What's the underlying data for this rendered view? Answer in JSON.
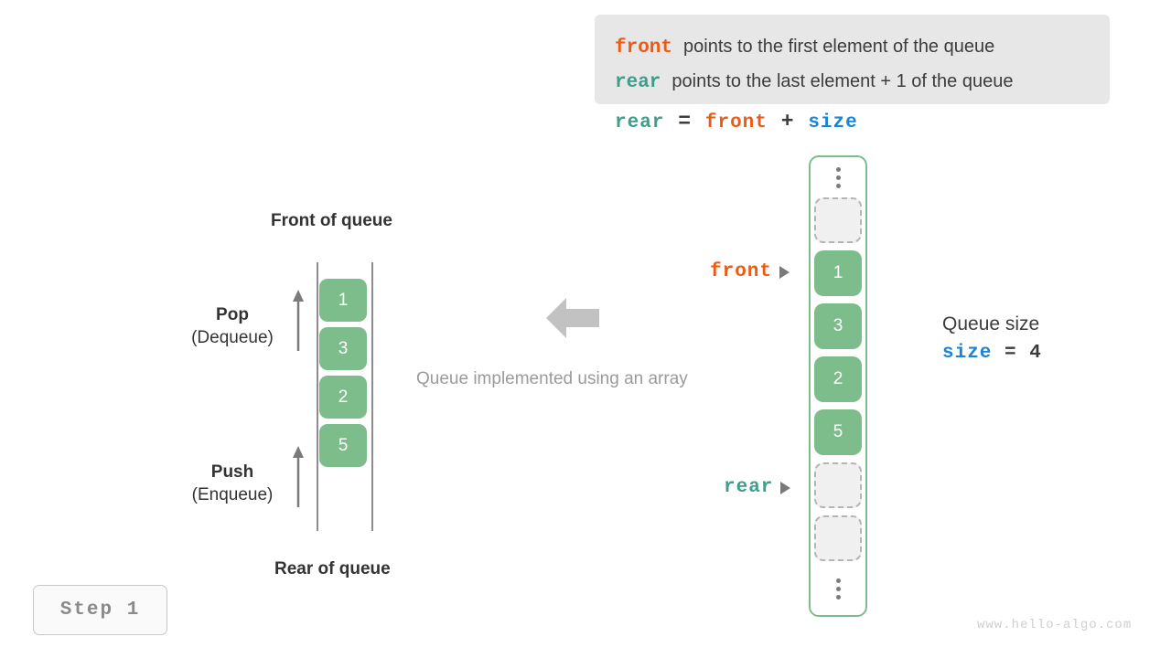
{
  "info_box": {
    "lines": [
      {
        "keyword": "front",
        "keyword_color": "#ec5b16",
        "description": "points to the first element of the queue"
      },
      {
        "keyword": "rear",
        "keyword_color": "#3f9e8a",
        "description": "points to the last element + 1 of the queue"
      }
    ]
  },
  "formula": {
    "lhs": "rear",
    "equals": "=",
    "term1": "front",
    "plus": "+",
    "term2": "size"
  },
  "left_queue": {
    "front_label": "Front of queue",
    "rear_label": "Rear of queue",
    "cells": [
      "1",
      "3",
      "2",
      "5"
    ],
    "pop": {
      "title": "Pop",
      "subtitle": "(Dequeue)"
    },
    "push": {
      "title": "Push",
      "subtitle": "(Enqueue)"
    }
  },
  "center": {
    "caption": "Queue implemented using an array",
    "arrow_icon": "arrow-left-icon",
    "arrow_color": "#c2c2c2"
  },
  "array": {
    "slots": [
      {
        "type": "dots"
      },
      {
        "type": "empty",
        "value": ""
      },
      {
        "type": "filled",
        "value": "1"
      },
      {
        "type": "filled",
        "value": "3"
      },
      {
        "type": "filled",
        "value": "2"
      },
      {
        "type": "filled",
        "value": "5"
      },
      {
        "type": "empty",
        "value": ""
      },
      {
        "type": "empty",
        "value": ""
      },
      {
        "type": "dots"
      }
    ],
    "border_color": "#7dbd8b",
    "cell_color": "#7dbd8b",
    "pointers": [
      {
        "name": "front",
        "label": "front",
        "color": "#ec5b16"
      },
      {
        "name": "rear",
        "label": "rear",
        "color": "#3f9e8a"
      }
    ]
  },
  "size_note": {
    "title": "Queue size",
    "variable": "size",
    "equals": "=",
    "value": "4",
    "variable_color": "#1a84d6"
  },
  "step_badge": {
    "label": "Step 1"
  },
  "watermark": {
    "text": "www.hello-algo.com"
  }
}
